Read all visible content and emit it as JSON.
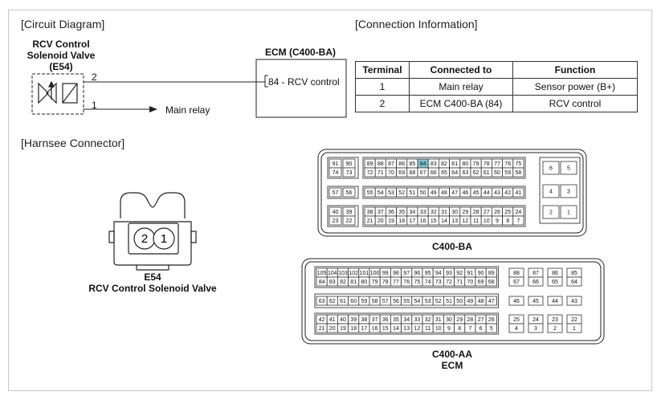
{
  "sections": {
    "circuit": "[Circuit Diagram]",
    "connection": "[Connection Information]",
    "harness": "[Harnsee Connector]"
  },
  "circuit": {
    "component_line1": "RCV Control",
    "component_line2": "Solenoid Valve",
    "component_code": "(E54)",
    "pin2": "2",
    "pin1": "1",
    "main_relay": "Main relay",
    "ecm_title": "ECM (C400-BA)",
    "ecm_pin": "84 - RCV control"
  },
  "connection_table": {
    "headers": [
      "Terminal",
      "Connected to",
      "Function"
    ],
    "rows": [
      [
        "1",
        "Main relay",
        "Sensor power (B+)"
      ],
      [
        "2",
        "ECM C400-BA (84)",
        "RCV control"
      ]
    ]
  },
  "harness": {
    "pins": [
      "2",
      "1"
    ],
    "code": "E54",
    "name": "RCV Control Solenoid Valve"
  },
  "c400ba": {
    "label": "C400-BA",
    "highlight": "84",
    "highlight_color": "#7ec4cf",
    "rows": [
      [
        [
          "91",
          "74"
        ],
        [
          "90",
          "73"
        ],
        [
          "89",
          "72"
        ],
        [
          "88",
          "71"
        ],
        [
          "87",
          "70"
        ],
        [
          "86",
          "69"
        ],
        [
          "85",
          "68"
        ],
        [
          "84",
          "67"
        ],
        [
          "83",
          "66"
        ],
        [
          "82",
          "65"
        ],
        [
          "81",
          "64"
        ],
        [
          "80",
          "63"
        ],
        [
          "79",
          "62"
        ],
        [
          "78",
          "61"
        ],
        [
          "77",
          "60"
        ],
        [
          "76",
          "59"
        ],
        [
          "75",
          "58"
        ]
      ],
      [
        [
          "57"
        ],
        [
          "56"
        ],
        [
          "55"
        ],
        [
          "54"
        ],
        [
          "53"
        ],
        [
          "52"
        ],
        [
          "51"
        ],
        [
          "50"
        ],
        [
          "49"
        ],
        [
          "48"
        ],
        [
          "47"
        ],
        [
          "46"
        ],
        [
          "45"
        ],
        [
          "44"
        ],
        [
          "43"
        ],
        [
          "42"
        ],
        [
          "41"
        ]
      ],
      [
        [
          "40",
          "23"
        ],
        [
          "39",
          "22"
        ],
        [
          "38",
          "21"
        ],
        [
          "37",
          "20"
        ],
        [
          "36",
          "19"
        ],
        [
          "35",
          "18"
        ],
        [
          "34",
          "17"
        ],
        [
          "33",
          "16"
        ],
        [
          "32",
          "15"
        ],
        [
          "31",
          "14"
        ],
        [
          "30",
          "13"
        ],
        [
          "29",
          "12"
        ],
        [
          "28",
          "11"
        ],
        [
          "27",
          "10"
        ],
        [
          "26",
          "9"
        ],
        [
          "25",
          "8"
        ],
        [
          "24",
          "7"
        ]
      ]
    ],
    "side": [
      [
        "6",
        "5"
      ],
      [
        "4",
        "3"
      ],
      [
        "2",
        "1"
      ]
    ]
  },
  "c400aa": {
    "label": "C400-AA",
    "sublabel": "ECM",
    "row1_top": [
      "105",
      "104",
      "103",
      "102",
      "101",
      "100",
      "99",
      "98",
      "97",
      "96",
      "95",
      "94",
      "93",
      "92",
      "91",
      "90",
      "89"
    ],
    "row1_bot": [
      "84",
      "83",
      "82",
      "81",
      "80",
      "79",
      "78",
      "77",
      "76",
      "75",
      "74",
      "73",
      "72",
      "71",
      "70",
      "69",
      "68"
    ],
    "row1_side_top": [
      "88",
      "87",
      "86",
      "85"
    ],
    "row1_side_bot": [
      "67",
      "66",
      "65",
      "64"
    ],
    "row2": [
      "63",
      "62",
      "61",
      "60",
      "59",
      "58",
      "57",
      "56",
      "55",
      "54",
      "53",
      "52",
      "51",
      "50",
      "49",
      "48",
      "47"
    ],
    "row2_side": [
      "46",
      "45",
      "44",
      "43"
    ],
    "row3_top": [
      "42",
      "41",
      "40",
      "39",
      "38",
      "37",
      "36",
      "35",
      "34",
      "33",
      "32",
      "31",
      "30",
      "29",
      "28",
      "27",
      "26"
    ],
    "row3_bot": [
      "21",
      "20",
      "19",
      "18",
      "17",
      "16",
      "15",
      "14",
      "13",
      "12",
      "11",
      "10",
      "9",
      "8",
      "7",
      "6",
      "5"
    ],
    "row3_side_top": [
      "25",
      "24",
      "23",
      "22"
    ],
    "row3_side_bot": [
      "4",
      "3",
      "2",
      "1"
    ]
  }
}
